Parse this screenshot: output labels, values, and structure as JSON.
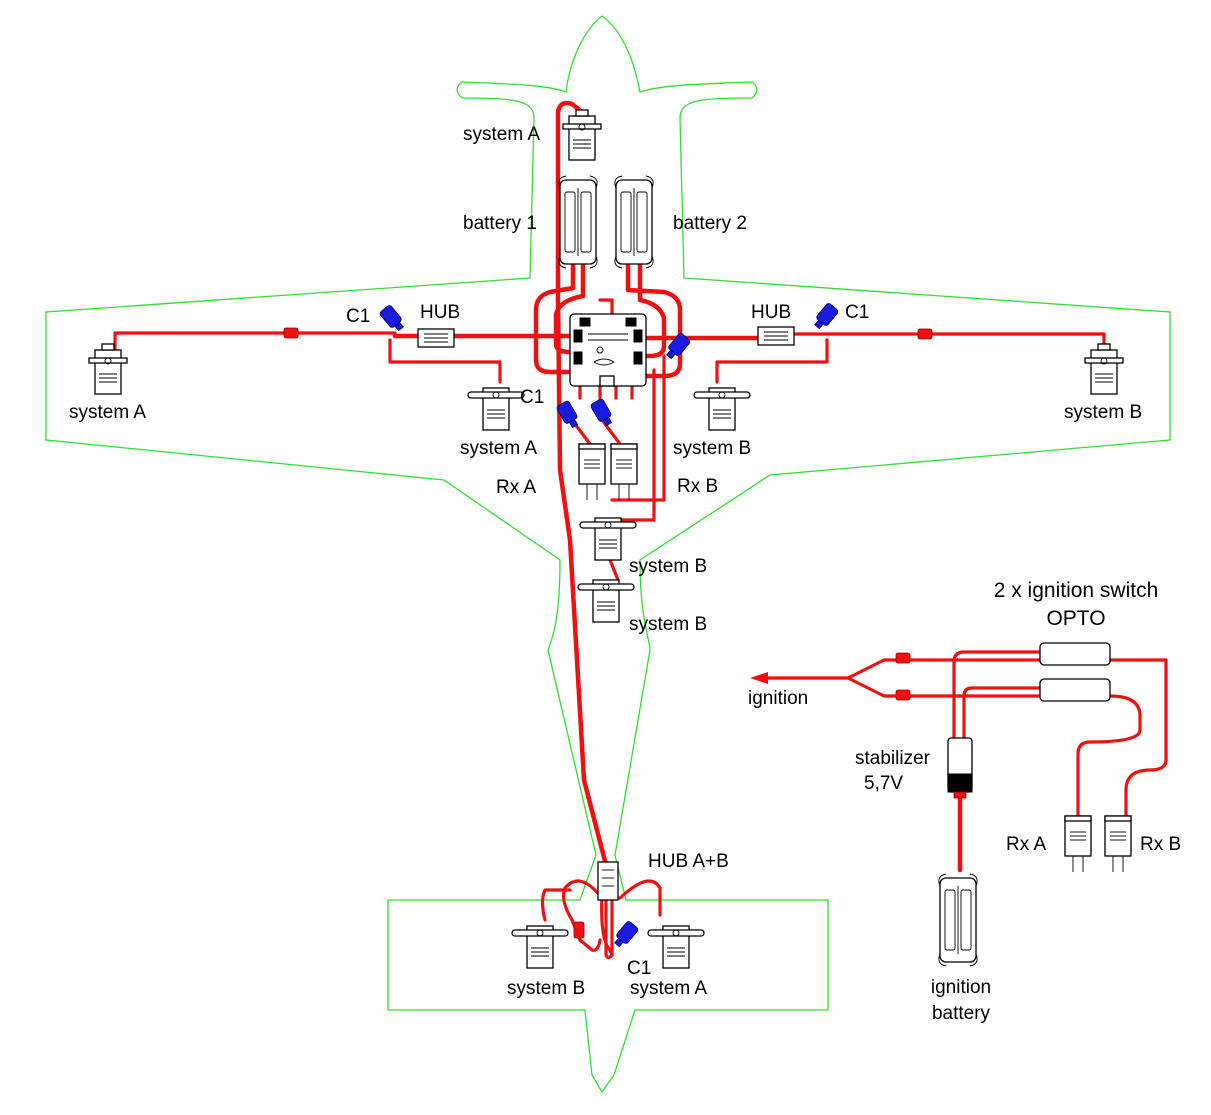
{
  "diagram": {
    "colors": {
      "wire": "#ee1111",
      "outline": "#33dd33",
      "connector_blue": "#1a1adf",
      "component": "#000000"
    },
    "labels": {
      "system_a_rudder": "system A",
      "battery_1": "battery 1",
      "battery_2": "battery 2",
      "c1_left": "C1",
      "hub_left": "HUB",
      "hub_right": "HUB",
      "c1_right": "C1",
      "system_a_left_aileron": "system A",
      "c1_center": "C1",
      "system_a_left_flap": "system A",
      "system_b_right_flap": "system B",
      "system_b_right_aileron": "system B",
      "rx_a": "Rx A",
      "rx_b": "Rx B",
      "system_b_throttle": "system B",
      "system_b_choke": "system B",
      "hub_ab": "HUB A+B",
      "system_b_elevator_left": "system B",
      "c1_tail": "C1",
      "system_a_elevator_right": "system A",
      "ignition_title_1": "2 x ignition switch",
      "ignition_title_2": "OPTO",
      "ignition": "ignition",
      "stabilizer_1": "stabilizer",
      "stabilizer_2": "5,7V",
      "ign_rx_a": "Rx A",
      "ign_rx_b": "Rx B",
      "ignition_battery_1": "ignition",
      "ignition_battery_2": "battery"
    }
  }
}
